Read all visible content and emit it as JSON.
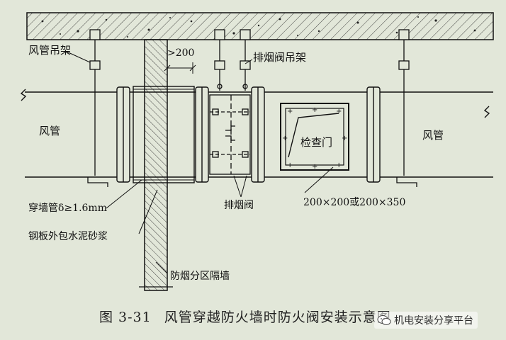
{
  "labels": {
    "duct_hanger": "风管吊架",
    "clearance": ">200",
    "smoke_valve_hanger": "排烟阀吊架",
    "duct_left": "风管",
    "duct_right": "风管",
    "inspection_door": "检查门",
    "wall_sleeve": "穿墙管δ≥1.6mm",
    "steel_mortar": "钢板外包水泥砂浆",
    "smoke_valve": "排烟阀",
    "door_size": "200×200或200×350",
    "partition_wall": "防烟分区隔墙"
  },
  "caption": {
    "number": "图 3-31",
    "title": "风管穿越防火墙时防火阀安装示意图"
  },
  "watermark": {
    "text": "机电安装分享平台",
    "icon": "wechat-icon"
  },
  "colors": {
    "background": "#e2e7d9",
    "line": "#111111"
  }
}
